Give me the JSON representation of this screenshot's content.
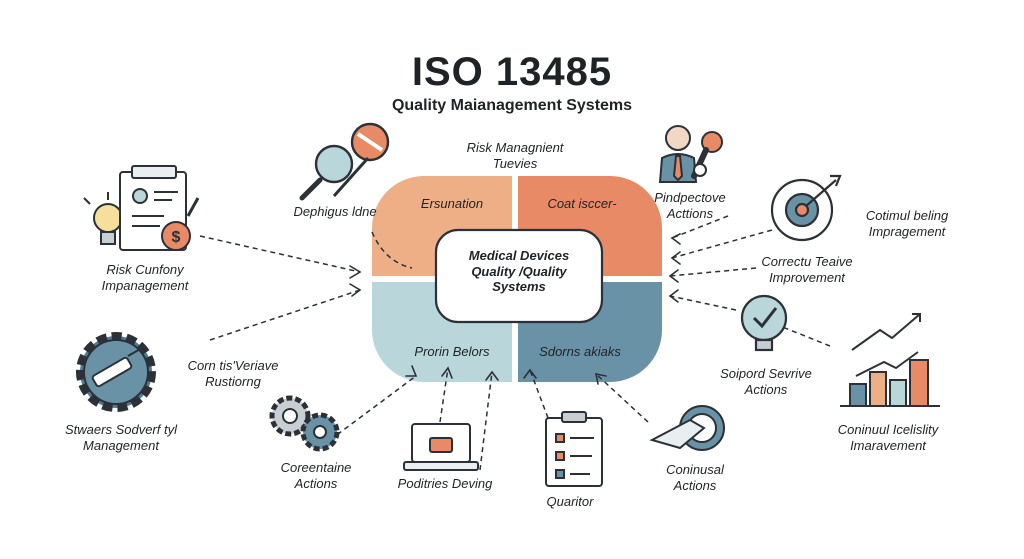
{
  "title": "ISO 13485",
  "subtitle": "Quality Maianagement Systems",
  "center": {
    "lines": [
      "Medical Devices",
      "Quality /Quality",
      "Systems"
    ]
  },
  "quadrants": {
    "top_left": "Ersunation",
    "top_right": "Coat isccer-",
    "bottom_left": "Prorin Belors",
    "bottom_right": "Sdorns akiaks"
  },
  "labels": {
    "risk_mgmt_top": [
      "Risk Managnient",
      "Tuevies"
    ],
    "dephigus": [
      "Dephigus ldne"
    ],
    "risk_cunfony": [
      "Risk Cunfony",
      "Impanagement"
    ],
    "corn_tis": [
      "Corn tis'Veriave",
      "Rustiorng"
    ],
    "stwaers": [
      "Stwaers Sodverf tyl",
      "Management"
    ],
    "coreentaine": [
      "Coreentaine",
      "Actions"
    ],
    "poditries": [
      "Poditries Deving"
    ],
    "quaritor": [
      "Quaritor"
    ],
    "continusal": [
      "Coninusal",
      "Actions"
    ],
    "pindpectove": [
      "Pindpectove",
      "Acttions"
    ],
    "cotimul": [
      "Cotimul beling",
      "Impragement"
    ],
    "correctu": [
      "Correctu Teaive",
      "Improvement"
    ],
    "soipord": [
      "Soipord Sevrive",
      "Actions"
    ],
    "coninuul": [
      "Coninuul Icelislity",
      "Imaravement"
    ]
  },
  "colors": {
    "top_left": "#eeae86",
    "top_right": "#e98a66",
    "bottom_left": "#b9d6db",
    "bottom_right": "#6a92a6",
    "outline": "#2b3136",
    "ink": "#1f2326"
  },
  "icons": [
    "lightbulb-icon",
    "document-icon",
    "dollar-icon",
    "magnifier-icon",
    "prohibit-icon",
    "businessman-icon",
    "wrench-icon",
    "target-icon",
    "gear-icon",
    "gears-icon",
    "laptop-icon",
    "checklist-icon",
    "hand-icon",
    "bulb-check-icon",
    "bar-chart-icon"
  ]
}
